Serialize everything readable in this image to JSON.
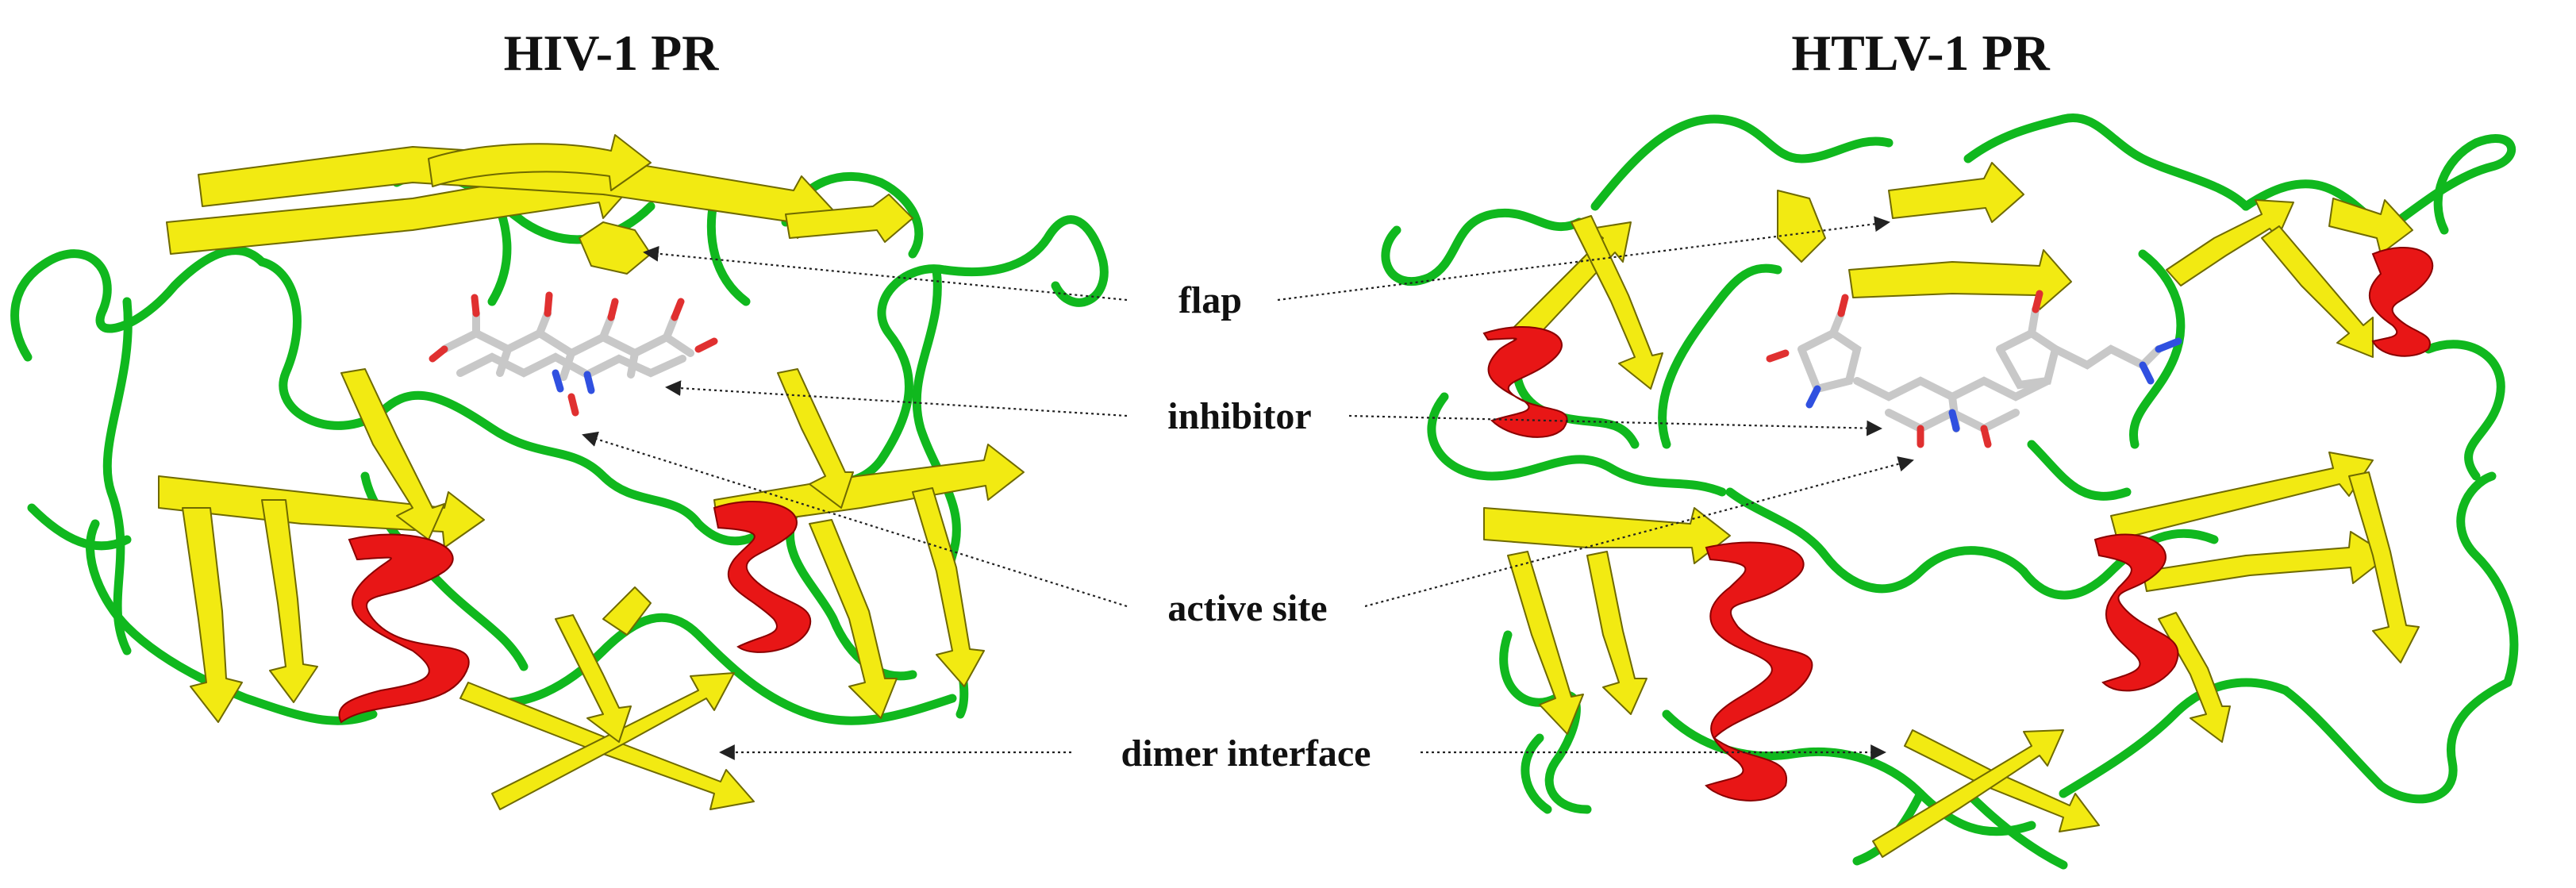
{
  "panels": [
    {
      "title": "HIV-1 PR"
    },
    {
      "title": "HTLV-1 PR"
    }
  ],
  "callouts": {
    "flap": "flap",
    "inhibitor": "inhibitor",
    "active_site": "active site",
    "dimer_interface": "dimer interface"
  },
  "colors": {
    "coil": "#10b81e",
    "strand": "#f2ea12",
    "helix": "#e81616",
    "inhibitor_carbon": "#c8c8c8",
    "inhibitor_oxygen": "#e03030",
    "inhibitor_nitrogen": "#3050e0"
  }
}
